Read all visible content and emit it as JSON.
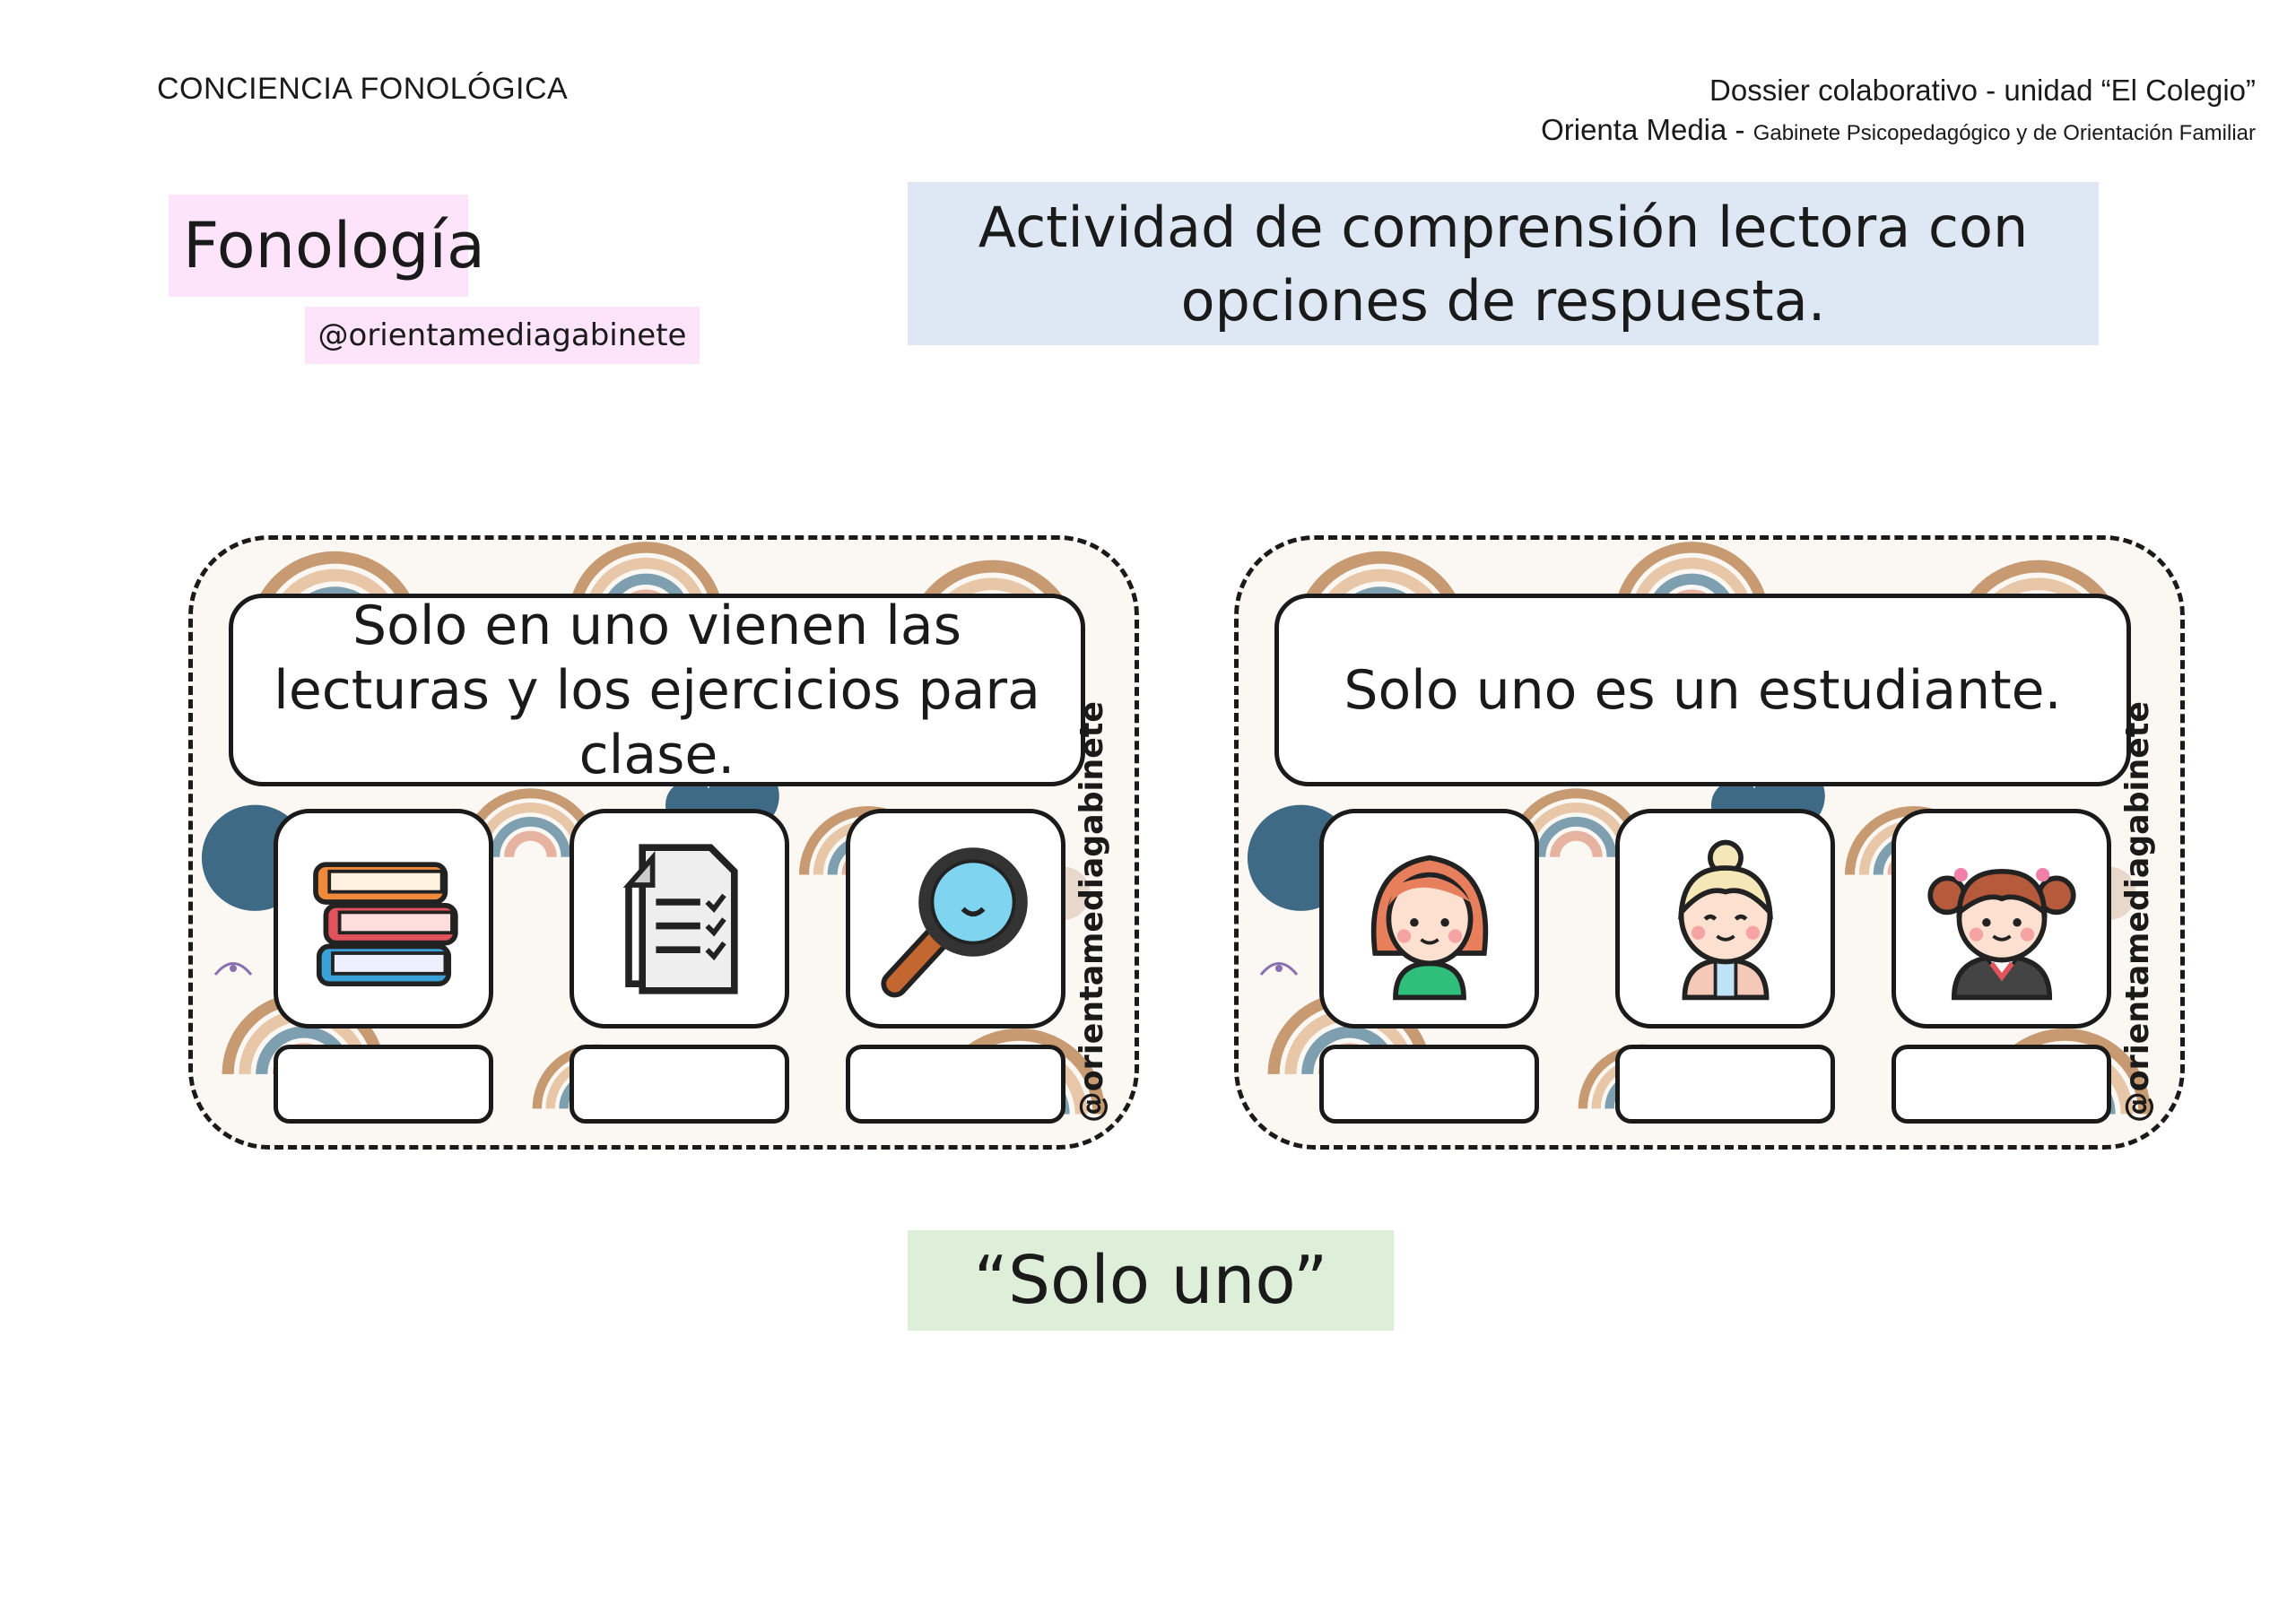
{
  "header": {
    "left": "CONCIENCIA FONOLÓGICA",
    "right_line1": "Dossier colaborativo - unidad “El Colegio”",
    "right_line2_main": "Orienta Media - ",
    "right_line2_small": "Gabinete Psicopedagógico y de Orientación Familiar"
  },
  "tags": {
    "topic": "Fonología",
    "handle": "@orientamediagabinete"
  },
  "activity_title": "Actividad de comprensión lectora con opciones de respuesta.",
  "cards": [
    {
      "prompt": "Solo en uno vienen las lecturas y los ejercicios para clase.",
      "side_handle": "@orientamediagabinete",
      "options": [
        {
          "icon": "books-icon",
          "answer": ""
        },
        {
          "icon": "document-checklist-icon",
          "answer": ""
        },
        {
          "icon": "magnifying-glass-icon",
          "answer": ""
        }
      ]
    },
    {
      "prompt": "Solo uno es un estudiante.",
      "side_handle": "@orientamediagabinete",
      "options": [
        {
          "icon": "young-woman-icon",
          "answer": ""
        },
        {
          "icon": "grandmother-icon",
          "answer": ""
        },
        {
          "icon": "schoolgirl-icon",
          "answer": ""
        }
      ]
    }
  ],
  "footer_label": "“Solo uno”",
  "colors": {
    "pink_tag": "#fde4fb",
    "blue_title": "#dde8f4",
    "green_label": "#deefd9"
  }
}
